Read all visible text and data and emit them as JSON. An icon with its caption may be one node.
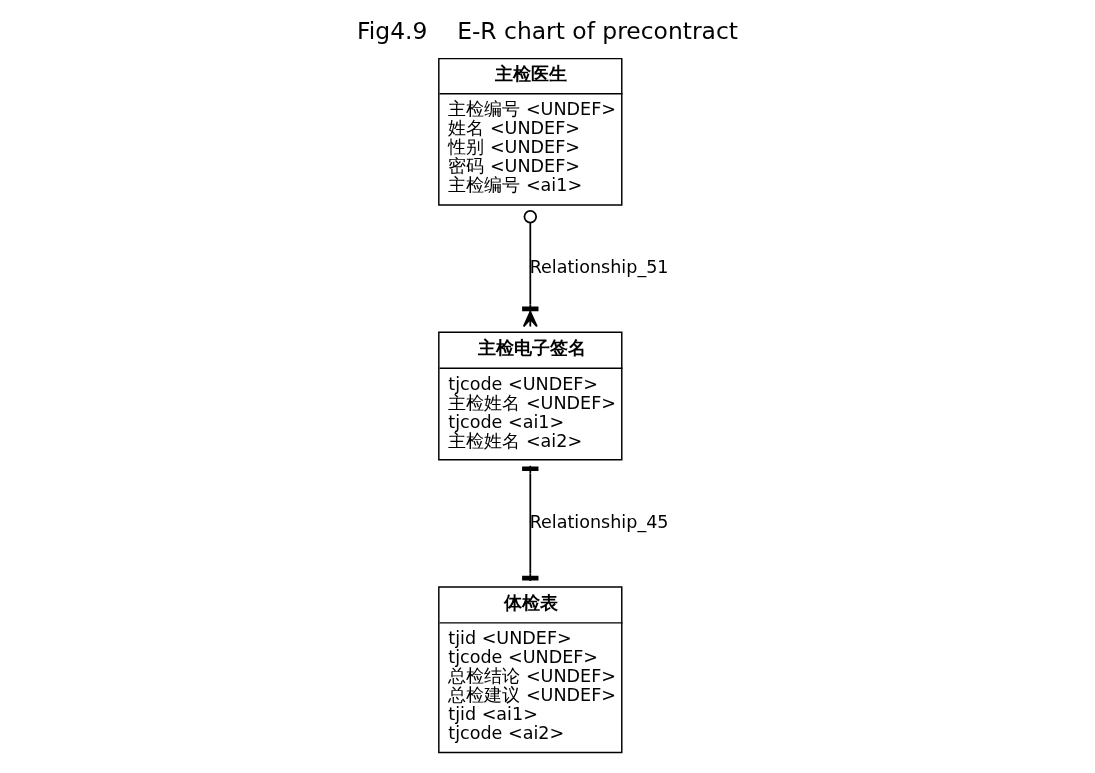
{
  "diagram": {
    "title": "Fig4.9    E-R chart of precontract",
    "nodes": [
      {
        "text": [
          "主检电子签名",
          "tjcode <UNDEF>",
          "主检姓名 <UNDEF>",
          "tjcode <ai1>",
          "主检姓名 <ai2>"
        ]
      },
      {
        "text": [
          "主检医生",
          "主检编号 <UNDEF>",
          "姓名 <UNDEF>",
          "性别 <UNDEF>",
          "密码 <UNDEF>",
          "主检编号 <ai1>"
        ]
      },
      {
        "text": [
          "体检表",
          "tjid <UNDEF>",
          "tjcode <UNDEF>",
          "总检结论 <UNDEF>",
          "总检建议 <UNDEF>",
          "tjid <ai1>",
          "tjcode <ai2>"
        ]
      }
    ],
    "edges": [
      {
        "from": 1,
        "to": 0,
        "arrow": "other",
        "label": "Relationship_51"
      },
      {
        "from": 0,
        "to": 2,
        "arrow": "other",
        "label": "Relationship_45"
      }
    ]
  }
}
